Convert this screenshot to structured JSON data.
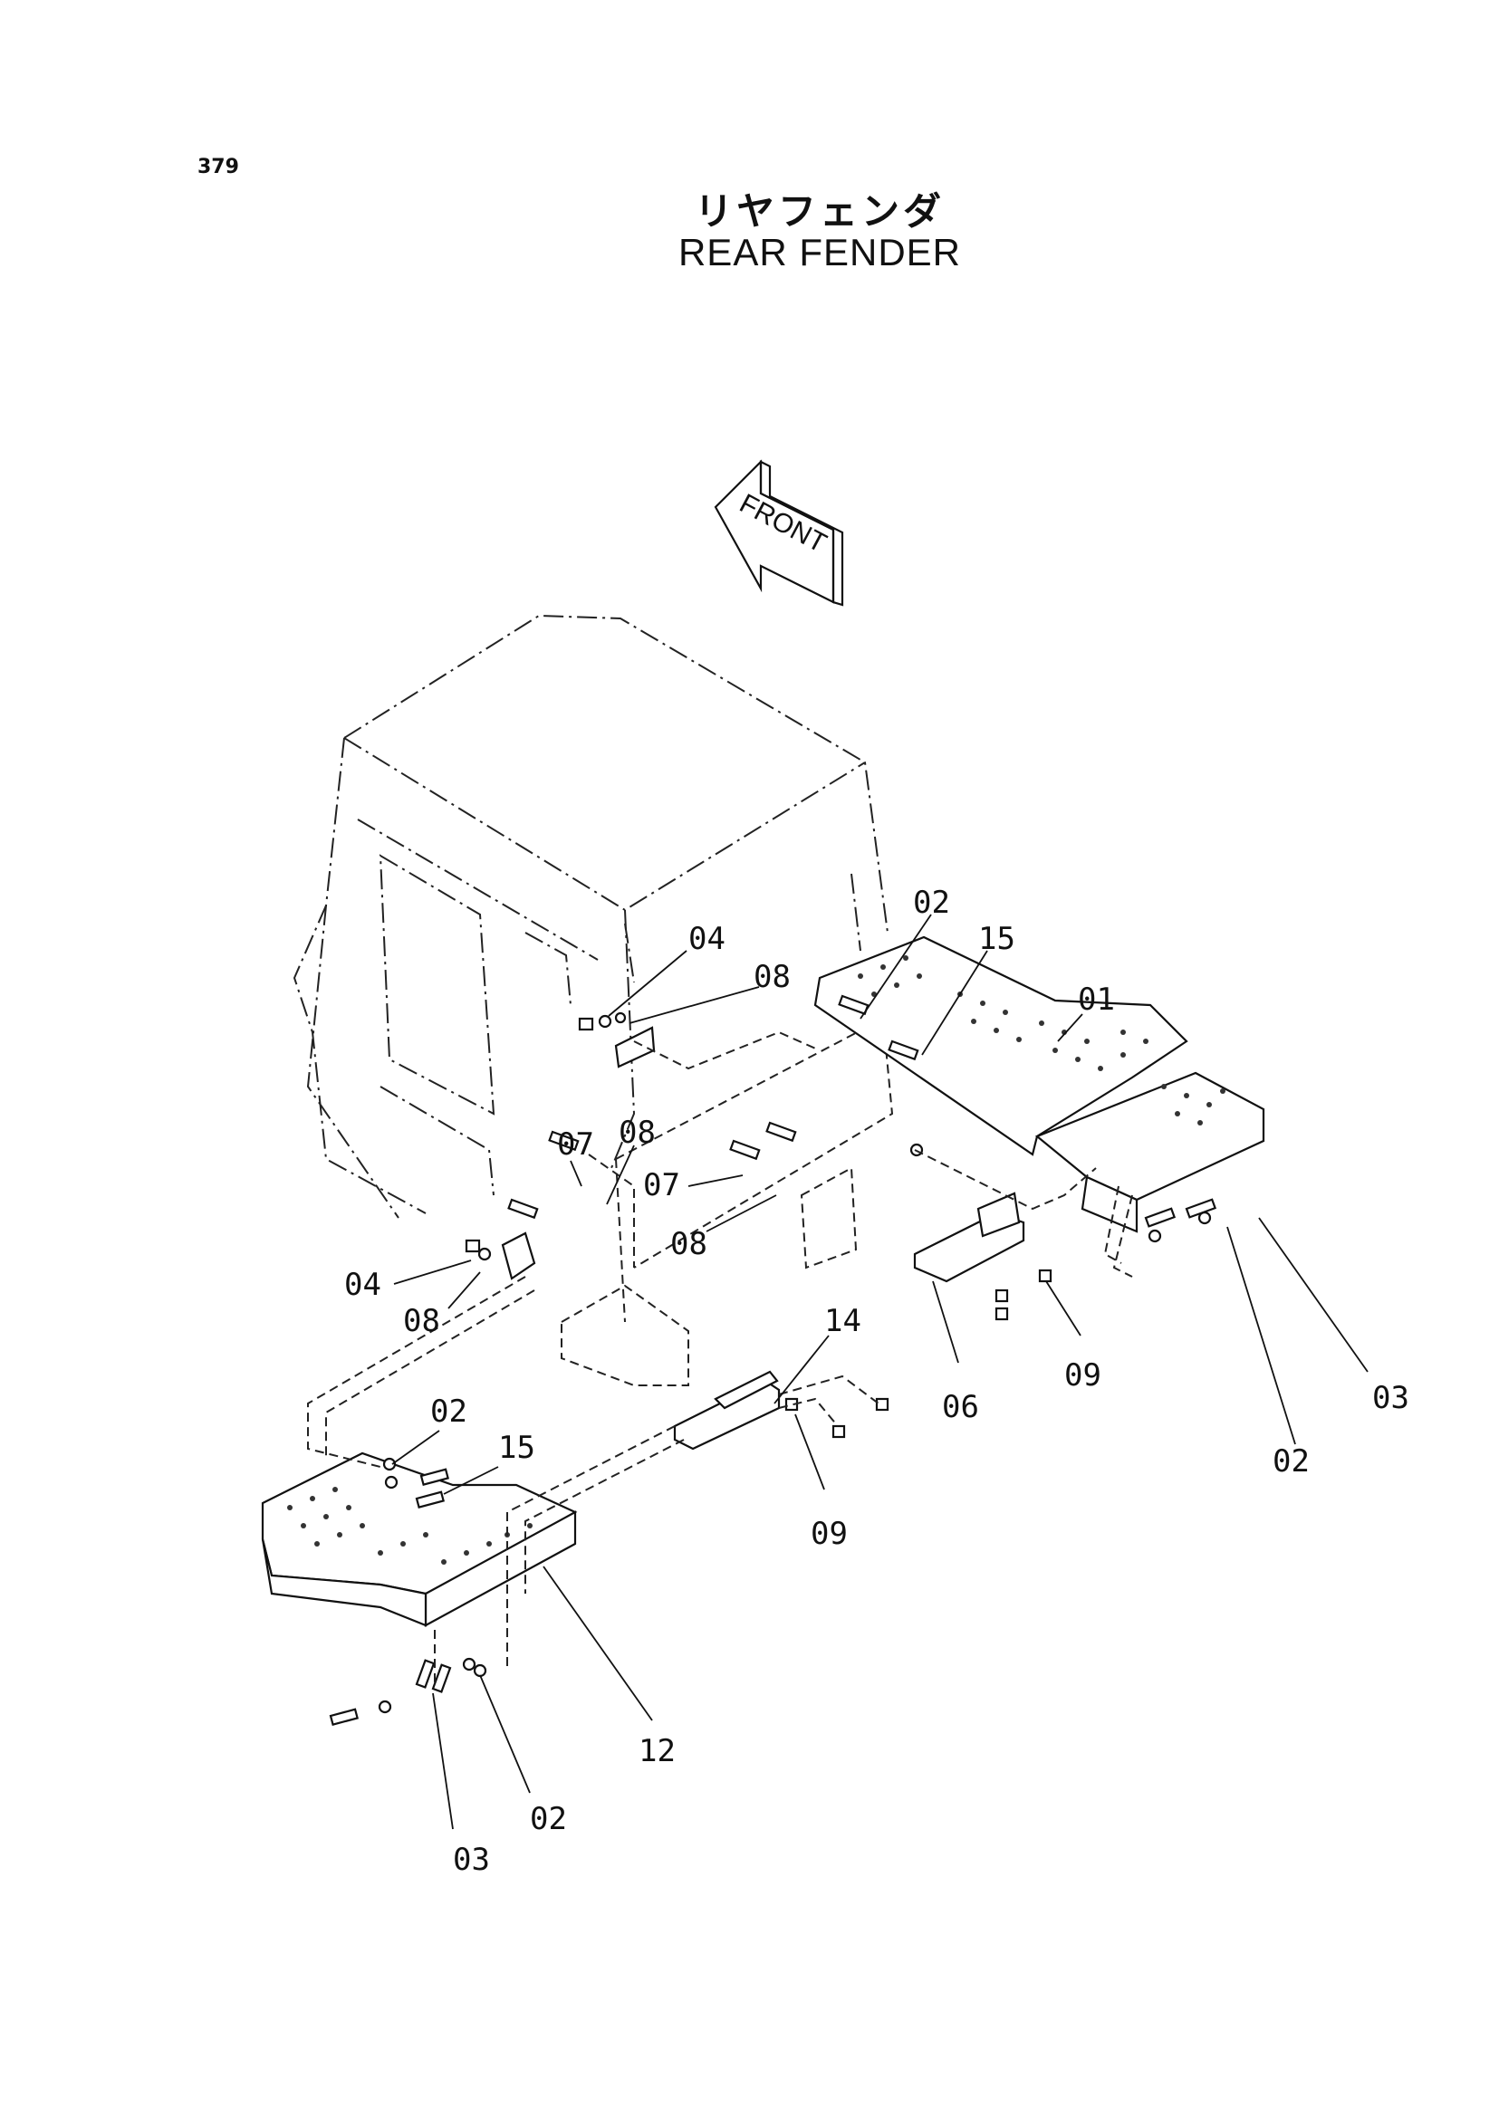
{
  "page_number": "379",
  "title_jp": "リヤフェンダ",
  "title_en": "REAR FENDER",
  "front_label": "FRONT",
  "callouts": [
    "04",
    "08",
    "02",
    "15",
    "01",
    "07",
    "08",
    "07",
    "08",
    "04",
    "08",
    "14",
    "06",
    "09",
    "03",
    "02",
    "02",
    "15",
    "09",
    "12",
    "02",
    "03"
  ]
}
